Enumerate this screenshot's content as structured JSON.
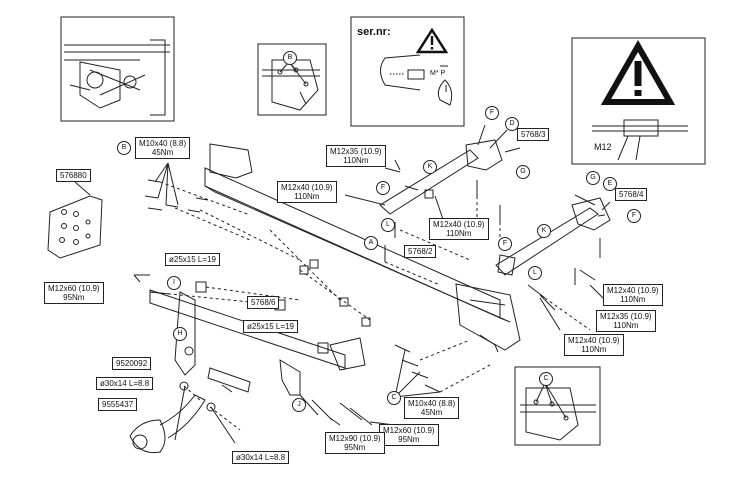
{
  "serial_note": "ser.nr:",
  "serial_plate": "M* P",
  "warning_thread": "M12",
  "part_numbers": {
    "p576880": "576880",
    "p5768_3": "5768/3",
    "p5768_4": "5768/4",
    "p5768_2": "5768/2",
    "p5768_6": "5768/6",
    "p9520092": "9520092",
    "p9555437": "9555437"
  },
  "spacers": {
    "s1": "ø25x15 L=19",
    "s2": "ø25x15 L=19",
    "s3": "ø30x14 L=8.8",
    "s4": "ø30x14 L=8.8"
  },
  "bolts": {
    "b_m10x40_top": {
      "size": "M10x40 (8.8)",
      "torque": "45Nm"
    },
    "b_m12x35_mid": {
      "size": "M12x35 (10.9)",
      "torque": "110Nm"
    },
    "b_m12x40_left": {
      "size": "M12x40 (10.9)",
      "torque": "110Nm"
    },
    "b_m12x40_mid": {
      "size": "M12x40 (10.9)",
      "torque": "110Nm"
    },
    "b_m12x60_left": {
      "size": "M12x60 (10.9)",
      "torque": "95Nm"
    },
    "b_m12x40_right": {
      "size": "M12x40 (10.9)",
      "torque": "110Nm"
    },
    "b_m12x35_right": {
      "size": "M12x35 (10.9)",
      "torque": "110Nm"
    },
    "b_m12x40_low": {
      "size": "M12x40 (10.9)",
      "torque": "110Nm"
    },
    "b_m10x40_bot": {
      "size": "M10x40 (8.8)",
      "torque": "45Nm"
    },
    "b_m12x60_bot": {
      "size": "M12x60 (10.9)",
      "torque": "95Nm"
    },
    "b_m12x90_bot": {
      "size": "M12x90 (10.9)",
      "torque": "95Nm"
    }
  },
  "callouts": {
    "A": "A",
    "B": "B",
    "C": "C",
    "D": "D",
    "E": "E",
    "F": "F",
    "G": "G",
    "H": "H",
    "I": "I",
    "J": "J",
    "K": "K",
    "L": "L"
  }
}
